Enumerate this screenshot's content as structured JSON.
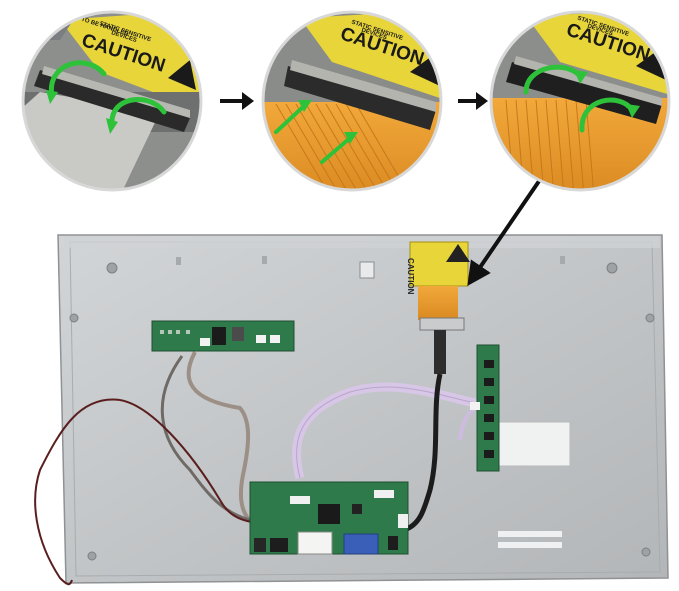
{
  "callouts": [
    {
      "caution": "CAUTION",
      "static_line1": "STATIC SENSITIVE",
      "static_line2": "DEVICES",
      "notice": "NOT TO BE HANDLED"
    },
    {
      "caution": "CAUTION",
      "static_line1": "STATIC SENSITIVE",
      "static_line2": "DEVICES"
    },
    {
      "caution": "CAUTION",
      "static_line1": "STATIC SENSITIVE",
      "static_line2": "DEVICES"
    }
  ],
  "panel": {
    "caution_label": "CAUTION"
  },
  "colors": {
    "arrow_green": "#2ec23a",
    "arrow_black": "#111111",
    "caution_yellow": "#e8d53a",
    "panel_metal": "#c4c7c9",
    "pcb_green": "#2f7a4a",
    "ribbon_lavender": "#d7c6e6",
    "flex_orange": "#e09a2e"
  }
}
